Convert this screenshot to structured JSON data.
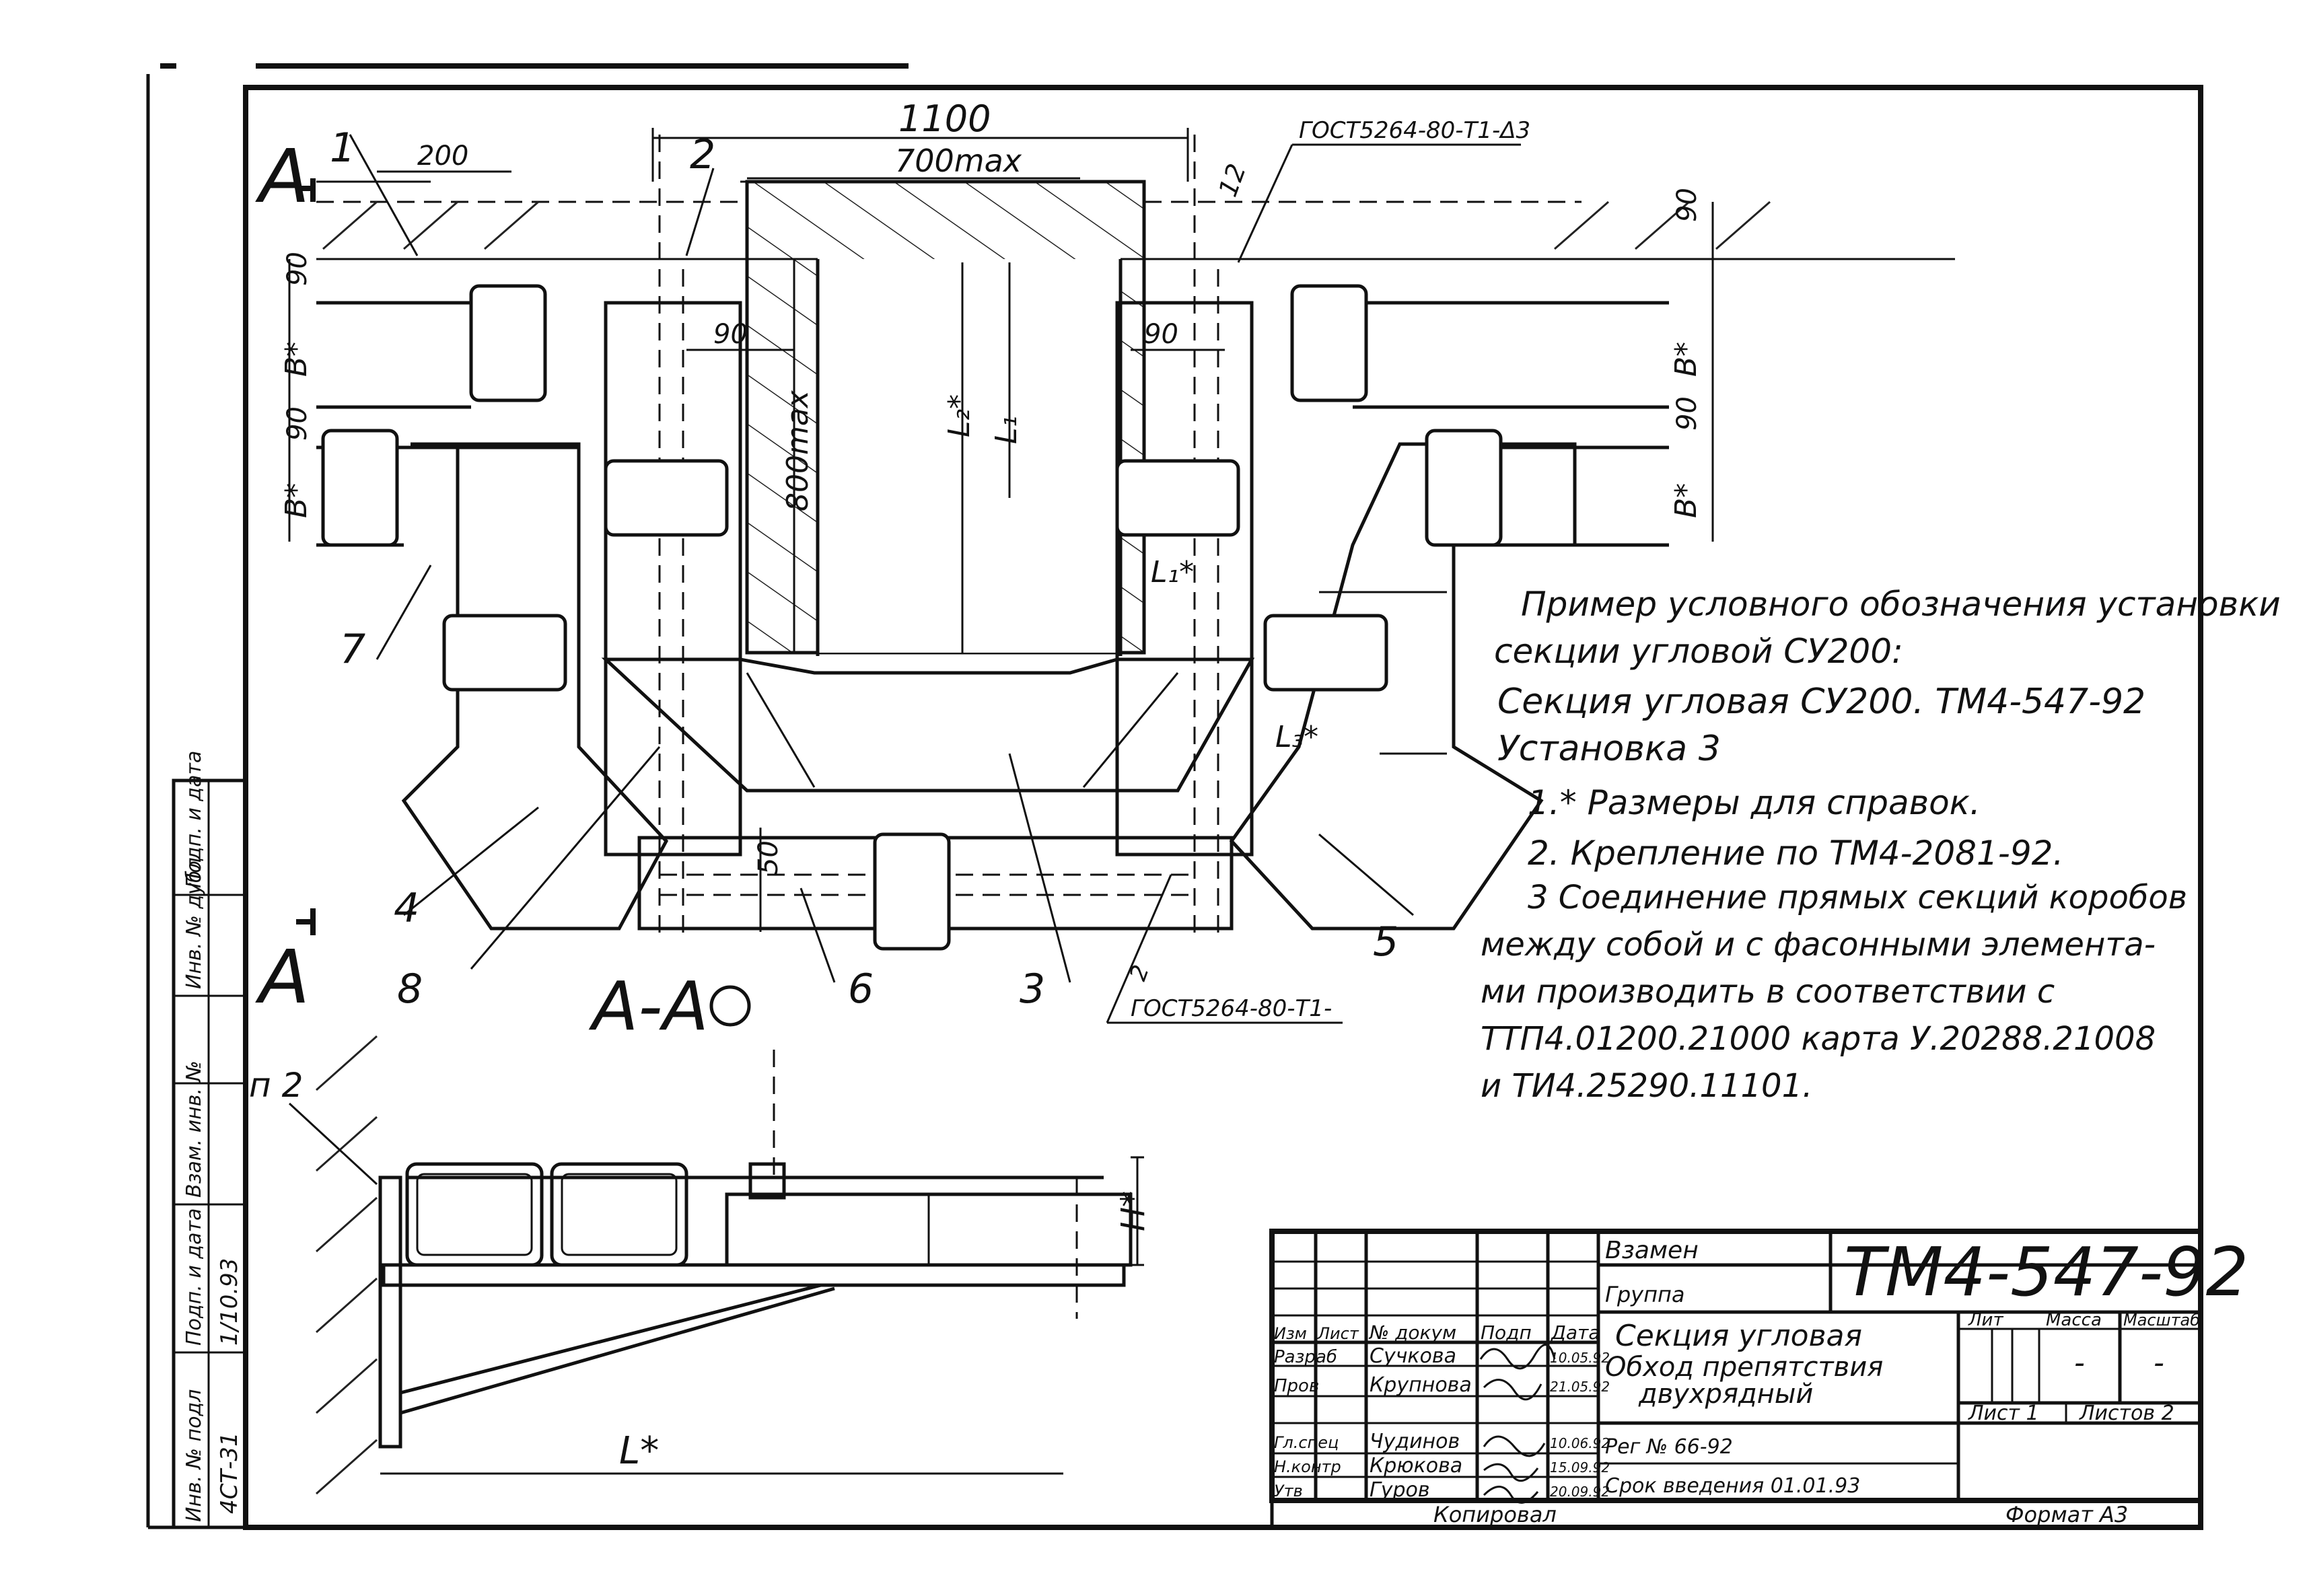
{
  "drawing": {
    "section_mark_top": "А",
    "section_mark_bottom": "А",
    "section_label": "А-А",
    "dims": {
      "d1100": "1100",
      "d700": "700max",
      "d200": "200",
      "d90_a": "90",
      "d90_b": "90",
      "d90_c": "90",
      "d90_d": "90",
      "d90_e": "90",
      "d90_f": "90",
      "d800": "800max",
      "d50": "50",
      "d12": "12",
      "b_star_1": "B*",
      "b_star_2": "B*",
      "b_star_3": "B*",
      "b_star_4": "B*",
      "l2_star": "L₂*",
      "l1": "L₁",
      "l1_star": "L₁*",
      "l3_star": "L₃*",
      "h_star": "H*",
      "l_star": "L*"
    },
    "weld_top": "ГОСТ5264-80-Т1-Δ3",
    "weld_bottom": "ГОСТ5264-80-Т1-",
    "weld_bottom_mark": "2",
    "item_numbers": [
      "1",
      "2",
      "3",
      "4",
      "5",
      "6",
      "7",
      "8"
    ],
    "detail_ref": "п 2"
  },
  "notes": {
    "example_title_1": "Пример условного обозначения установки",
    "example_title_2": "секции угловой СУ200:",
    "example_value": "Секция угловая СУ200. ТМ4-547-92",
    "example_value_2": "Установка 3",
    "note1": "1.* Размеры для справок.",
    "note2": "2. Крепление по ТМ4-2081-92.",
    "note3_1": "3 Соединение прямых секций коробов",
    "note3_2": "между собой и с фасонными элемента-",
    "note3_3": "ми производить в соответствии с",
    "note3_4": "ТТП4.01200.21000 карта У.20288.21008",
    "note3_5": "и ТИ4.25290.11101."
  },
  "side_stamp": {
    "labels": [
      "Инв. № подл",
      "Подп. и дата",
      "Взам. инв. №",
      "Инв. № дубл",
      "Подп. и дата"
    ],
    "values": [
      "4СТ-31",
      "1/10.93"
    ]
  },
  "title_block": {
    "replace_label": "Взамен",
    "group_label": "Группа",
    "doc_code": "ТМ4-547-92",
    "columns": [
      "Изм",
      "Лист",
      "№ докум",
      "Подп",
      "Дата"
    ],
    "roles": [
      "Разраб",
      "Пров",
      "Гл.спец",
      "Н.контр",
      "Утв"
    ],
    "names": [
      "Сучкова",
      "Крупнова",
      "Чудинов",
      "Крюкова",
      "Гуров"
    ],
    "dates": [
      "10.05.92",
      "21.05.92",
      "10.06.92",
      "15.09.92",
      "20.09.92"
    ],
    "title_1": "Секция угловая",
    "title_2": "Обход препятствия",
    "title_3": "двухрядный",
    "lit_label": "Лит",
    "mass_label": "Масса",
    "scale_label": "Масштаб",
    "mass_value": "-",
    "scale_value": "-",
    "sheet": "Лист 1",
    "sheets": "Листов 2",
    "reg": "Рег № 66-92",
    "term": "Срок введения 01.01.93",
    "copied": "Копировал",
    "format": "Формат А3"
  }
}
